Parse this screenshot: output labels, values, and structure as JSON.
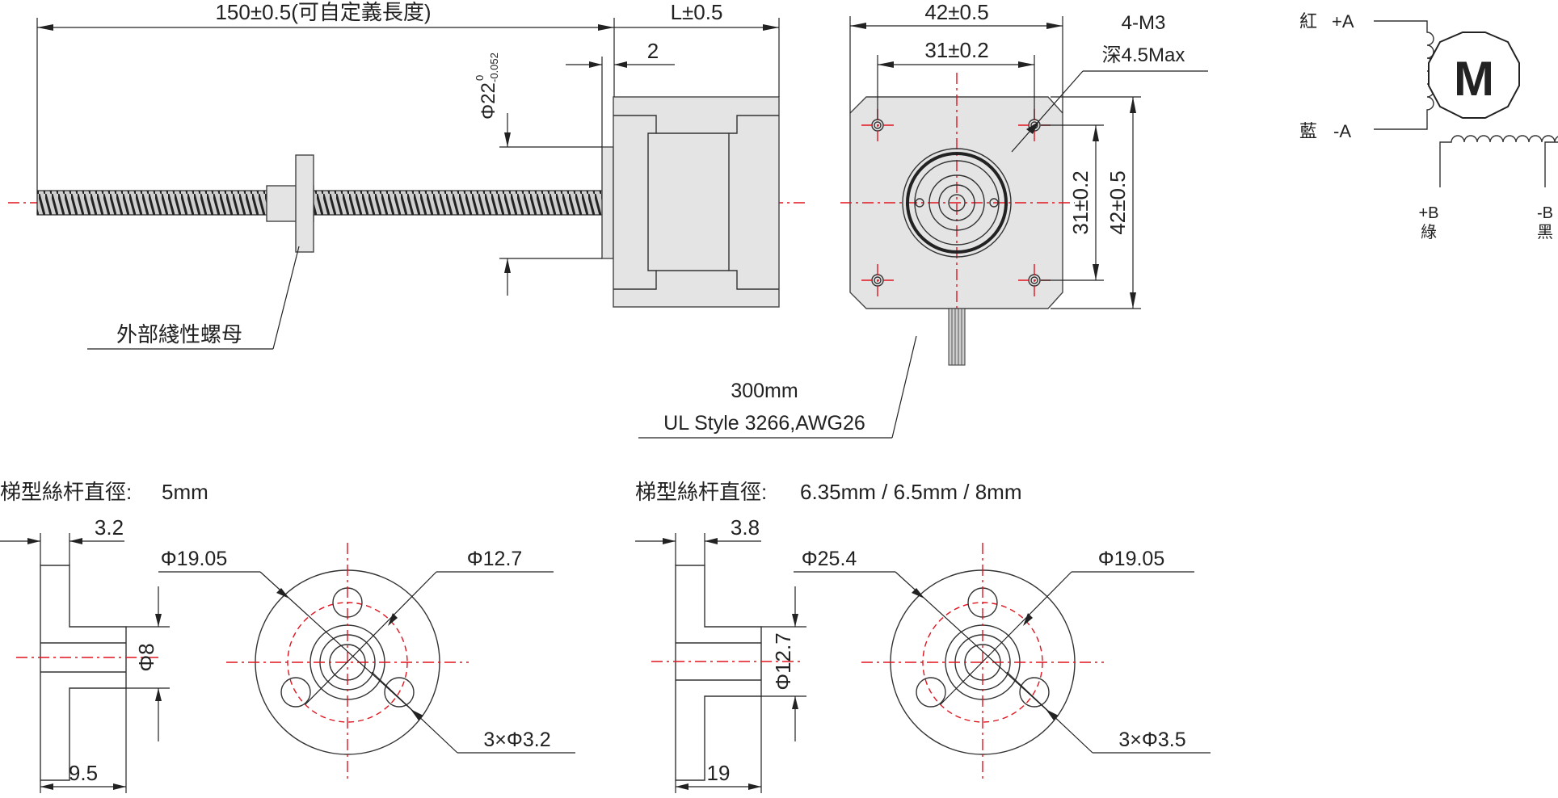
{
  "motor_drawing": {
    "shaft_length_label": "150±0.5(可自定義長度)",
    "body_length_label": "L±0.5",
    "flange_thickness_label": "2",
    "boss_diameter_label": "Φ22",
    "boss_tol_upper": "0",
    "boss_tol_lower": "-0.052",
    "nut_callout": "外部綫性螺母"
  },
  "front_view": {
    "width_label": "42±0.5",
    "hole_spacing_label": "31±0.2",
    "height_label": "42±0.5",
    "hole_spacing_v_label": "31±0.2",
    "thread_label": "4-M3",
    "depth_label": "深4.5Max",
    "cable_length": "300mm",
    "cable_spec": "UL Style 3266,AWG26"
  },
  "wiring": {
    "motor_symbol": "M",
    "red_label": "紅",
    "plus_a": "+A",
    "blue_label": "藍",
    "minus_a": "-A",
    "plus_b": "+B",
    "green_label": "綠",
    "minus_b": "-B",
    "black_label": "黑"
  },
  "nut_small": {
    "title": "梯型絲杆直徑:",
    "diameter": "5mm",
    "flange_thick": "3.2",
    "bore_label": "Φ8",
    "length_label": "9.5",
    "outer_dia": "Φ19.05",
    "bolt_circle": "Φ12.7",
    "holes": "3×Φ3.2"
  },
  "nut_large": {
    "title": "梯型絲杆直徑:",
    "diameter": "6.35mm / 6.5mm / 8mm",
    "flange_thick": "3.8",
    "bore_label": "Φ12.7",
    "length_label": "19",
    "outer_dia": "Φ25.4",
    "bolt_circle": "Φ19.05",
    "holes": "3×Φ3.5"
  },
  "colors": {
    "center_line": "#e0141e",
    "line": "#222222",
    "body_fill": "#e4e4e4"
  }
}
